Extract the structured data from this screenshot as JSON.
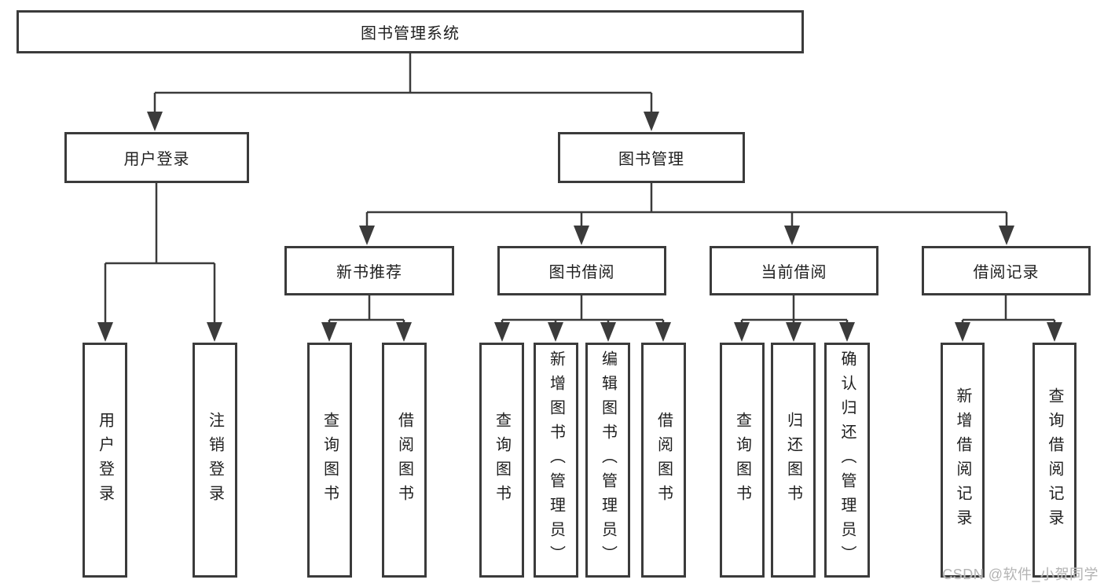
{
  "diagram": {
    "root": {
      "label": "图书管理系统"
    },
    "level2": {
      "user_login": {
        "label": "用户登录"
      },
      "book_mgmt": {
        "label": "图书管理"
      }
    },
    "level3": {
      "new_book": {
        "label": "新书推荐"
      },
      "borrow": {
        "label": "图书借阅"
      },
      "current": {
        "label": "当前借阅"
      },
      "records": {
        "label": "借阅记录"
      }
    },
    "leaves": {
      "login": {
        "label": "用户登录"
      },
      "logout": {
        "label": "注销登录"
      },
      "nb_query": {
        "label": "查询图书"
      },
      "nb_borrow": {
        "label": "借阅图书"
      },
      "bb_query": {
        "label": "查询图书"
      },
      "bb_add": {
        "label": "新增图书（管理员）"
      },
      "bb_edit": {
        "label": "编辑图书（管理员）"
      },
      "bb_borrow": {
        "label": "借阅图书"
      },
      "cb_query": {
        "label": "查询图书"
      },
      "cb_return": {
        "label": "归还图书"
      },
      "cb_confirm": {
        "label": "确认归还（管理员）"
      },
      "br_add": {
        "label": "新增借阅记录"
      },
      "br_query": {
        "label": "查询借阅记录"
      }
    }
  },
  "watermark": {
    "text": "CSDN @软件_小贺同学"
  },
  "colors": {
    "line": "#3b3b3b",
    "text": "#1f1f1f",
    "box_background": "#ffffff",
    "watermark": "#b3b3b3"
  }
}
